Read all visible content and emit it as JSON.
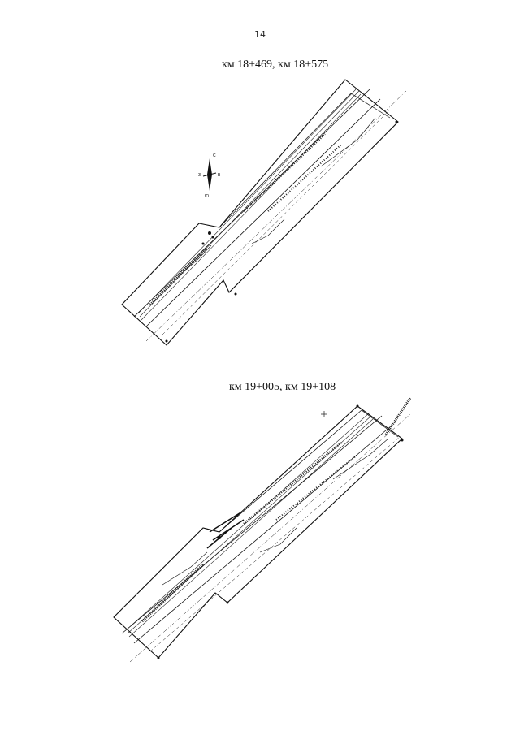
{
  "page": {
    "number": "14"
  },
  "figures": [
    {
      "caption": "км 18+469, км 18+575"
    },
    {
      "caption": "км 19+005, км 19+108"
    }
  ],
  "compass": {
    "north_letter": "С",
    "south_letter": "Ю",
    "west_letter": "З",
    "east_letter": "В"
  }
}
